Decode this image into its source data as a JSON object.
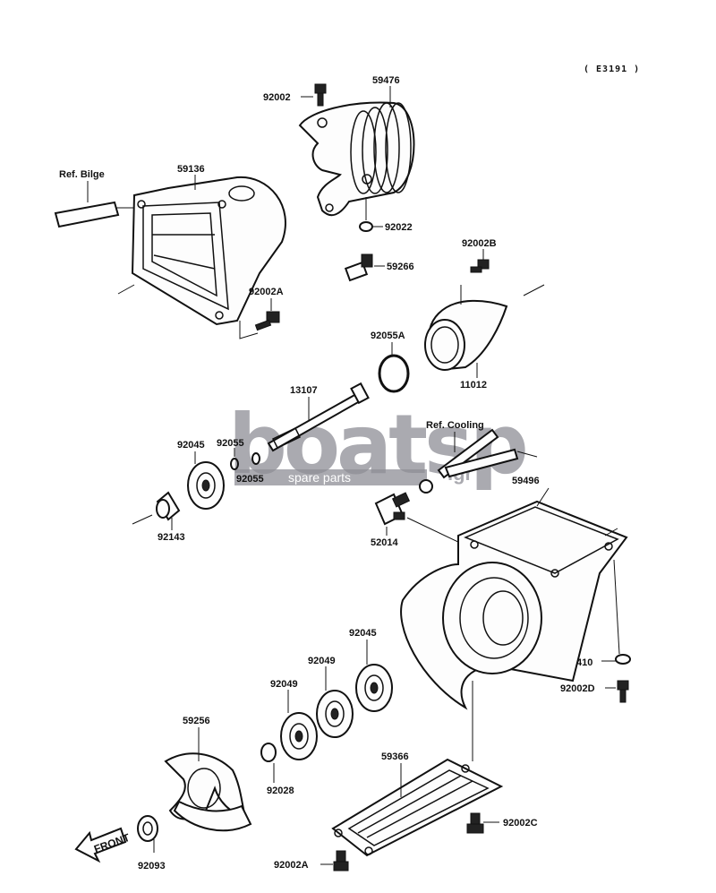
{
  "diagram_code": "( E3191 )",
  "labels": {
    "l92002_top": "92002",
    "l59476": "59476",
    "l59136": "59136",
    "ref_bilge": "Ref. Bilge",
    "l92022": "92022",
    "l59266": "59266",
    "l92002B": "92002B",
    "l92002A_mid": "92002A",
    "l92055A": "92055A",
    "l11012": "11012",
    "l13107": "13107",
    "ref_cooling": "Ref. Cooling",
    "l92045_left": "92045",
    "l92055_a": "92055",
    "l92055_b": "92055",
    "l59496": "59496",
    "l92143": "92143",
    "l52014": "52014",
    "l92045_right": "92045",
    "l92049_a": "92049",
    "l92049_b": "92049",
    "l410": "410",
    "l92002D": "92002D",
    "l59256": "59256",
    "l59366": "59366",
    "l92028": "92028",
    "l92002C": "92002C",
    "l92093": "92093",
    "l92002A_bottom": "92002A"
  },
  "front_arrow": "FRONT",
  "watermark": {
    "main": "boatsp",
    "tagline": "spare parts",
    "suffix": ".gr"
  }
}
